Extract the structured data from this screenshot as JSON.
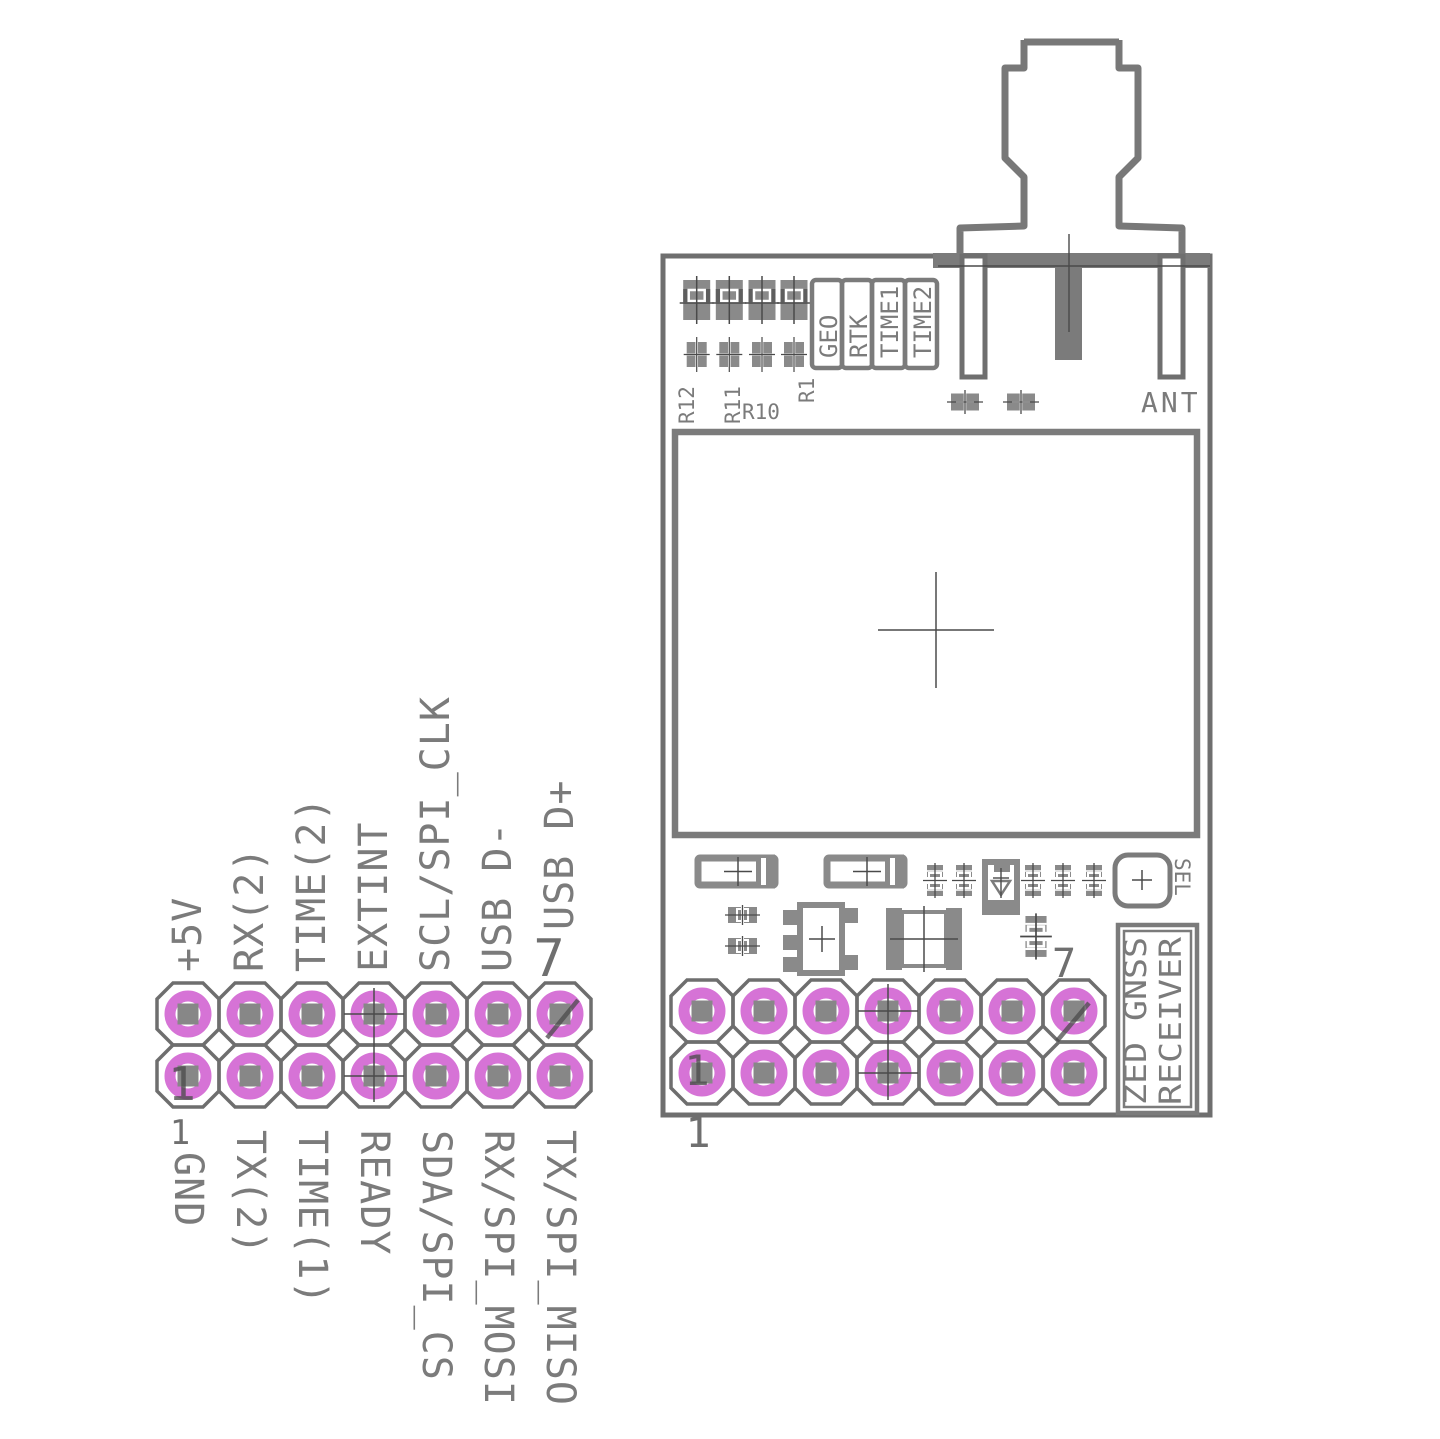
{
  "colors": {
    "silkscreen_gray": "#7b7b7b",
    "component_fill": "#8a8a8a",
    "crosshair_dark": "#4a4a4a",
    "pad_ring_pink": "#d673d6",
    "pad_hole_gray": "#878787"
  },
  "left_header": {
    "top_labels": [
      "+5V",
      "RX(2)",
      "TIME(2)",
      "EXTINT",
      "SCL/SPI_CLK",
      "USB D-",
      "USB D+"
    ],
    "bottom_labels": [
      "GND",
      "TX(2)",
      "TIME(1)",
      "READY",
      "SDA/SPI_CS",
      "RX/SPI_MOSI",
      "TX/SPI_MISO"
    ],
    "pin1_overlay": "1",
    "pin1_label": "1",
    "pin7_label": "7"
  },
  "board": {
    "ant_label": "ANT",
    "resistor_refs": [
      "R12",
      "R11",
      "R10",
      "R1"
    ],
    "led_box_labels": [
      "GEO",
      "RTK",
      "TIME1",
      "TIME2"
    ],
    "sel_label": "SEL",
    "name_line1": "ZED GNSS",
    "name_line2": "RECEIVER",
    "pin1_overlay": "1",
    "pin1_label": "1",
    "pin7_label": "7"
  }
}
